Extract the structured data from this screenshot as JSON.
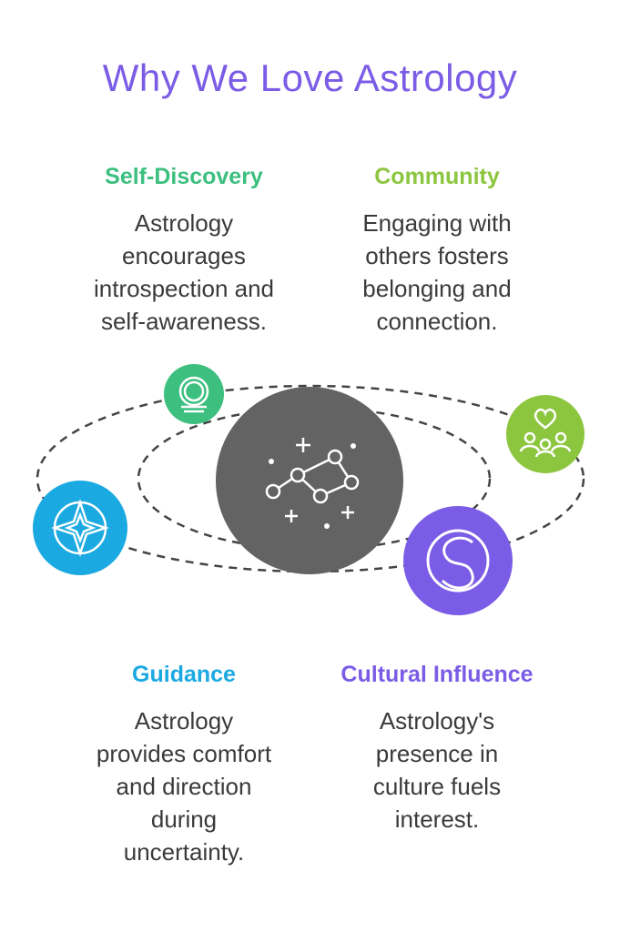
{
  "title": "Why We Love Astrology",
  "colors": {
    "title": "#7b5ce6",
    "self_discovery": "#3cbf7f",
    "community": "#8cc63f",
    "guidance": "#1ba9e1",
    "cultural_influence": "#7b5ce6",
    "center": "#636363"
  },
  "cards": {
    "self_discovery": {
      "heading": "Self-Discovery",
      "lines": [
        "Astrology",
        "encourages",
        "introspection and",
        "self-awareness."
      ]
    },
    "community": {
      "heading": "Community",
      "lines": [
        "Engaging with",
        "others fosters",
        "belonging and",
        "connection."
      ]
    },
    "guidance": {
      "heading": "Guidance",
      "lines": [
        "Astrology",
        "provides comfort",
        "and direction",
        "during",
        "uncertainty."
      ]
    },
    "cultural_influence": {
      "heading": "Cultural Influence",
      "lines": [
        "Astrology's",
        "presence in",
        "culture fuels",
        "interest."
      ]
    }
  },
  "icons": {
    "center": "constellation-icon",
    "self_discovery": "mirror-icon",
    "community": "people-heart-icon",
    "guidance": "compass-star-icon",
    "cultural_influence": "swirl-icon"
  }
}
